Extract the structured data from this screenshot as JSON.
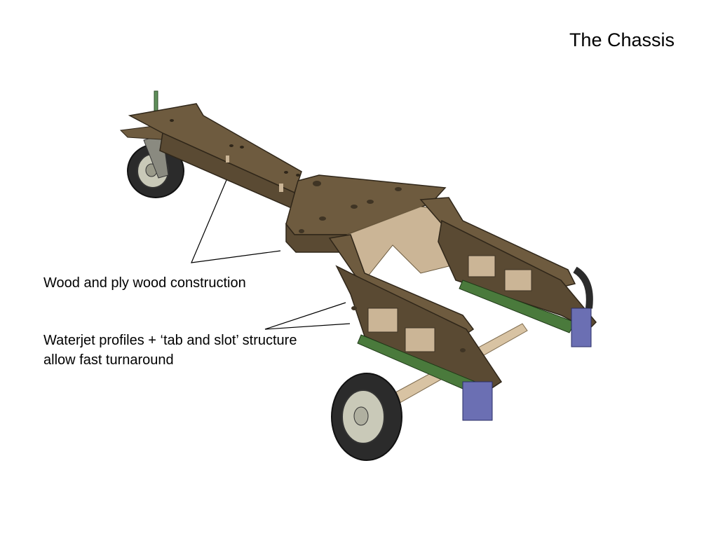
{
  "slide": {
    "title": "The Chassis"
  },
  "callouts": {
    "wood": "Wood and ply wood construction",
    "waterjet_line1": "Waterjet profiles + ‘tab and slot’ structure",
    "waterjet_line2": "allow fast turnaround"
  },
  "colors": {
    "wood_top": "#6e5b3f",
    "wood_side": "#5a4a33",
    "wood_dark": "#3f3424",
    "ply_inner": "#cbb596",
    "tire": "#2b2b2b",
    "hub": "#c9c9b8",
    "track_green": "#4a7a3c",
    "motor_blue": "#6b6fb3"
  }
}
